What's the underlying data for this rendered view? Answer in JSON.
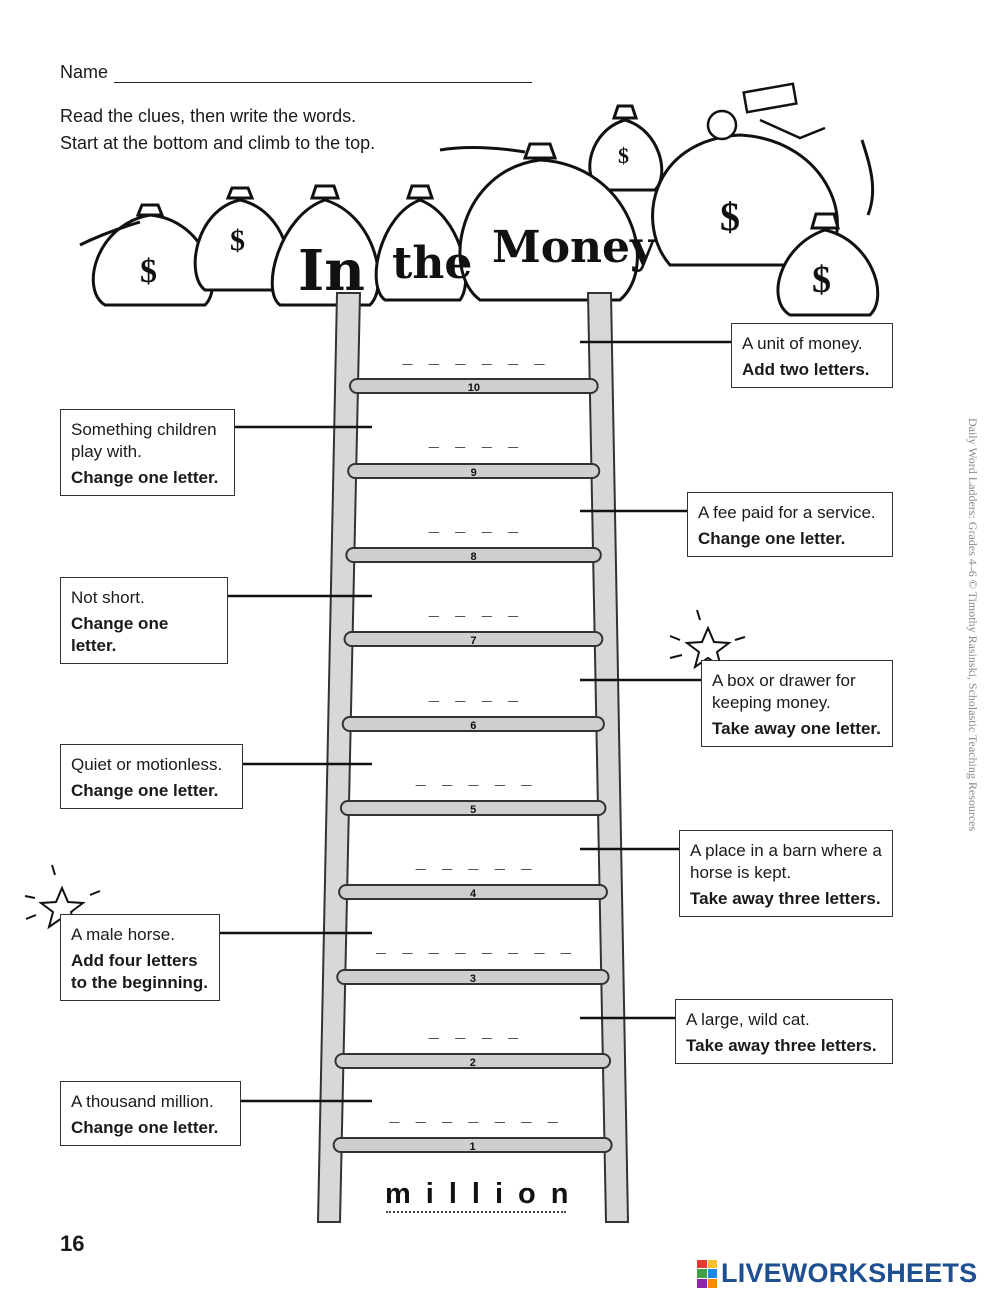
{
  "header": {
    "name_label": "Name",
    "instruction_1": "Read the clues, then write the words.",
    "instruction_2": "Start at the bottom and climb to the top."
  },
  "title": {
    "word_1": "In",
    "word_2": "the",
    "word_3": "Money"
  },
  "rung_numbers": [
    "10",
    "9",
    "8",
    "7",
    "6",
    "5",
    "4",
    "3",
    "2",
    "1"
  ],
  "clues": [
    {
      "step": "10",
      "text": "A unit of money.",
      "action": "Add two letters.",
      "blanks": "_ _ _ _ _ _"
    },
    {
      "step": "9",
      "text": "Something children play with.",
      "action": "Change one letter.",
      "blanks": "_ _ _ _"
    },
    {
      "step": "8",
      "text": "A fee paid for a service.",
      "action": "Change one letter.",
      "blanks": "_ _ _ _"
    },
    {
      "step": "7",
      "text": "Not short.",
      "action": "Change one letter.",
      "blanks": "_ _ _ _"
    },
    {
      "step": "6",
      "text": "A box or drawer for keeping money.",
      "action": "Take away one letter.",
      "blanks": "_ _ _ _"
    },
    {
      "step": "5",
      "text": "Quiet or motionless.",
      "action": "Change one letter.",
      "blanks": "_ _ _ _ _"
    },
    {
      "step": "4",
      "text": "A place in a barn where a horse is kept.",
      "action": "Take away three letters.",
      "blanks": "_ _ _ _ _"
    },
    {
      "step": "3",
      "text": "A male horse.",
      "action": "Add four letters to the beginning.",
      "blanks": "_ _ _ _ _ _ _ _"
    },
    {
      "step": "2",
      "text": "A large, wild cat.",
      "action": "Take away three letters.",
      "blanks": "_ _ _ _"
    },
    {
      "step": "1",
      "text": "A thousand million.",
      "action": "Change one letter.",
      "blanks": "_ _ _ _ _ _ _"
    }
  ],
  "start_word": "million",
  "page_number": "16",
  "credit": "Daily Word Ladders: Grades 4–6 © Timothy Rasinski, Scholastic Teaching Resources",
  "brand": {
    "name": "LIVEWORKSHEETS",
    "text_color": "#1d4f91",
    "logo_colors": [
      "#e53935",
      "#fbc02d",
      "#43a047",
      "#1e88e5",
      "#8e24aa",
      "#fb8c00"
    ]
  },
  "ladder_colors": {
    "rail_fill": "#d8d8d8",
    "rail_stroke": "#333333",
    "rung_fill": "#cfcfcf"
  }
}
